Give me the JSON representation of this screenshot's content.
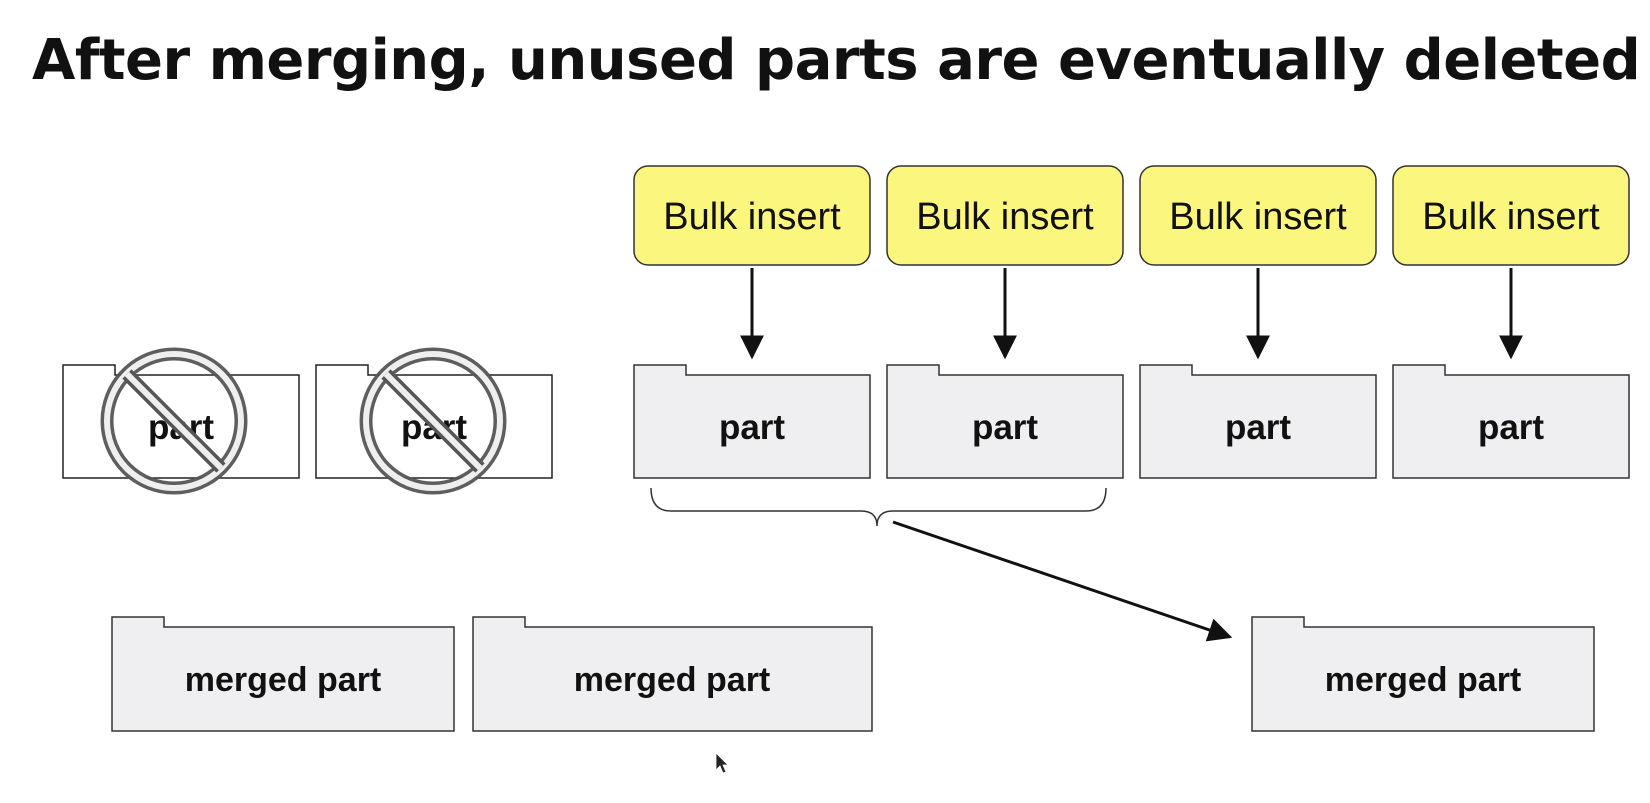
{
  "title": "After merging, unused parts are eventually deleted",
  "diagram": {
    "bulk_inserts": [
      {
        "label": "Bulk insert"
      },
      {
        "label": "Bulk insert"
      },
      {
        "label": "Bulk insert"
      },
      {
        "label": "Bulk insert"
      }
    ],
    "active_parts": [
      {
        "label": "part"
      },
      {
        "label": "part"
      },
      {
        "label": "part"
      },
      {
        "label": "part"
      }
    ],
    "deleted_parts": [
      {
        "label": "part"
      },
      {
        "label": "part"
      }
    ],
    "merged_parts": [
      {
        "label": "merged part"
      },
      {
        "label": "merged part"
      },
      {
        "label": "merged part"
      }
    ],
    "colors": {
      "bulk_insert_fill": "#fbf67d",
      "part_fill": "#efeff1",
      "deleted_part_fill": "#ffffff",
      "prohibited_sign": "#555555",
      "outline": "#333333"
    },
    "icons": {
      "prohibited": "no-entry-icon",
      "cursor": "mouse-pointer-icon"
    }
  }
}
